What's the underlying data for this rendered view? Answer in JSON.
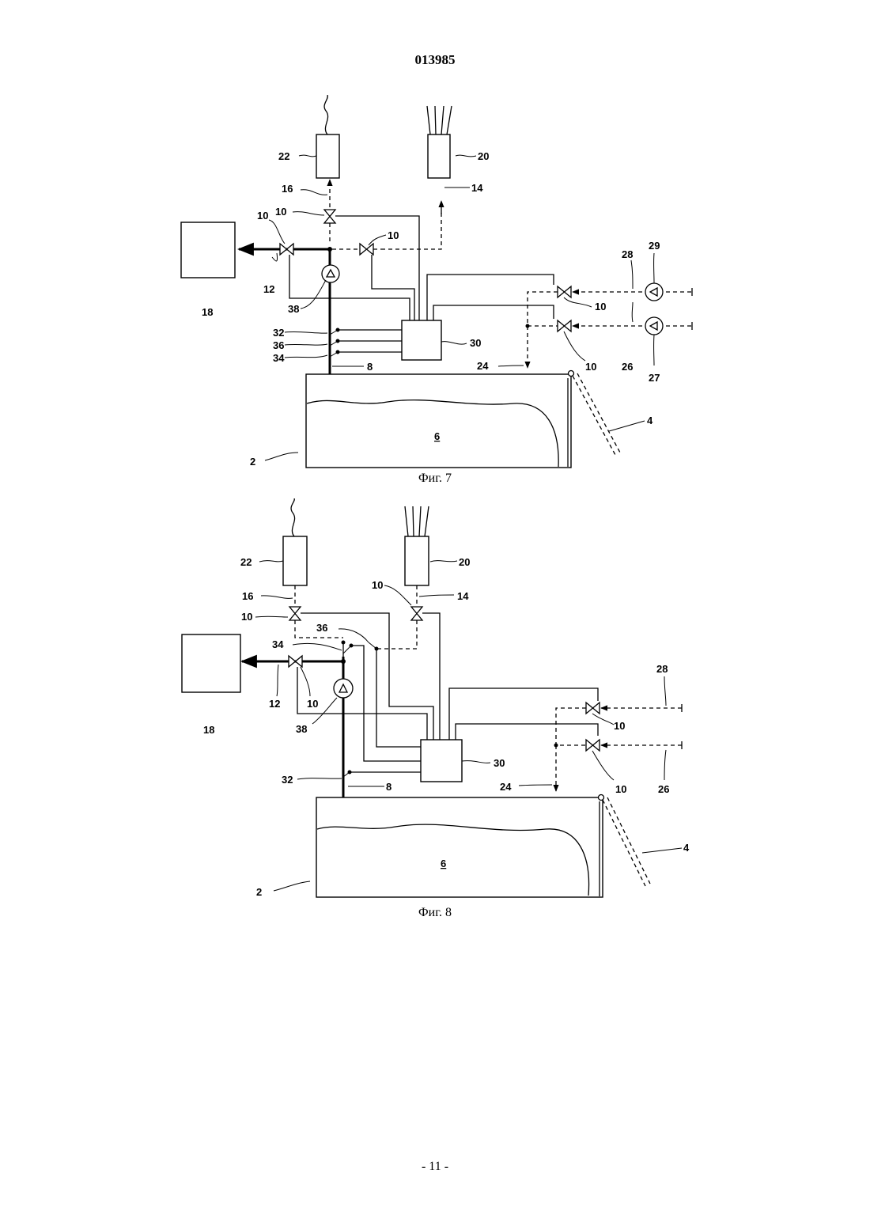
{
  "header": {
    "doc_number": "013985"
  },
  "footer": {
    "page_number": "- 11 -"
  },
  "figures": [
    {
      "caption": "Фиг. 7",
      "labels": {
        "l2": "2",
        "l4": "4",
        "l6": "6",
        "l8": "8",
        "l10a": "10",
        "l10b": "10",
        "l10c": "10",
        "l10d": "10",
        "l10e": "10",
        "l12": "12",
        "l14": "14",
        "l16": "16",
        "l18": "18",
        "l20": "20",
        "l22": "22",
        "l24": "24",
        "l26": "26",
        "l27": "27",
        "l28": "28",
        "l29": "29",
        "l30": "30",
        "l32": "32",
        "l34": "34",
        "l36": "36",
        "l38": "38"
      }
    },
    {
      "caption": "Фиг. 8",
      "labels": {
        "l2": "2",
        "l4": "4",
        "l6": "6",
        "l8": "8",
        "l10a": "10",
        "l10b": "10",
        "l10c": "10",
        "l10d": "10",
        "l10e": "10",
        "l12": "12",
        "l14": "14",
        "l16": "16",
        "l18": "18",
        "l20": "20",
        "l22": "22",
        "l24": "24",
        "l26": "26",
        "l28": "28",
        "l30": "30",
        "l32": "32",
        "l34": "34",
        "l36": "36",
        "l38": "38"
      }
    }
  ]
}
